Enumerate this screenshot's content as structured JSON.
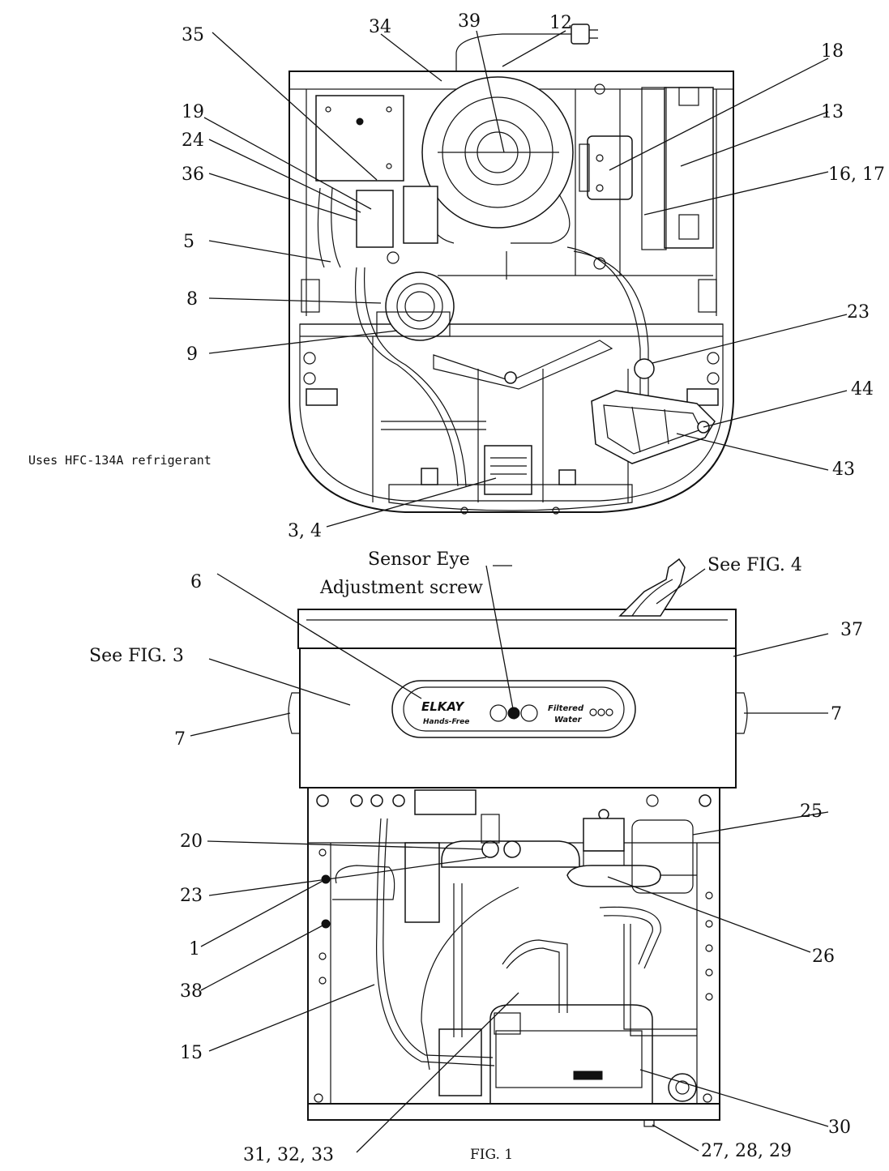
{
  "callouts": {
    "c35": "35",
    "c34": "34",
    "c39": "39",
    "c12": "12",
    "c18": "18",
    "c19": "19",
    "c13": "13",
    "c24": "24",
    "c36": "36",
    "c1617": "16, 17",
    "c5": "5",
    "c8": "8",
    "c23a": "23",
    "c9": "9",
    "c44": "44",
    "c43": "43",
    "c34b": "3, 4",
    "c6": "6",
    "c4fig": "See FIG. 4",
    "c37": "37",
    "c3fig": "See FIG. 3",
    "c7a": "7",
    "c7b": "7",
    "c25": "25",
    "c20": "20",
    "c23b": "23",
    "c1": "1",
    "c38": "38",
    "c26": "26",
    "c15": "15",
    "c30": "30",
    "c313233": "31, 32, 33",
    "c272829": "27, 28, 29"
  },
  "sensor": {
    "line1": "Sensor Eye",
    "line2": "Adjustment screw"
  },
  "refrigerant_note": "Uses HFC-134A refrigerant",
  "figure_label": "FIG. 1",
  "panel": {
    "brand": "ELKAY",
    "sub": "Hands-Free",
    "filtered": "Filtered",
    "water": "Water"
  }
}
